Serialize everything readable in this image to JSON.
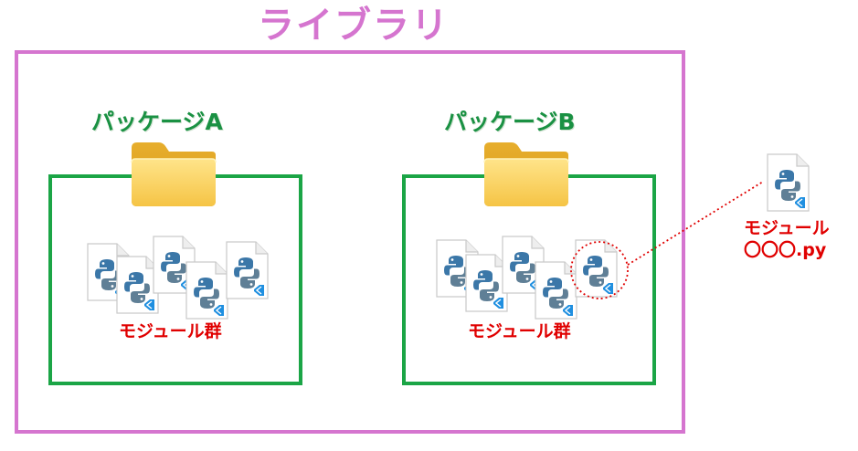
{
  "diagram": {
    "library": {
      "title": "ライブラリ",
      "color": "#d575cf"
    },
    "packages": [
      {
        "title": "パッケージA",
        "modules_label": "モジュール群"
      },
      {
        "title": "パッケージB",
        "modules_label": "モジュール群"
      }
    ],
    "module_callout": {
      "label_line1": "モジュール",
      "label_line2": "〇〇〇.py"
    },
    "colors": {
      "package_border": "#1ba546",
      "package_title": "#1a9143",
      "module_label": "#e00000",
      "folder": "#f5c445",
      "python_blue": "#3b77a8",
      "python_gray": "#5f7f96",
      "vscode_blue": "#1f8fe0"
    },
    "icons": {
      "folder": "folder-icon",
      "module": "python-file-icon"
    }
  }
}
